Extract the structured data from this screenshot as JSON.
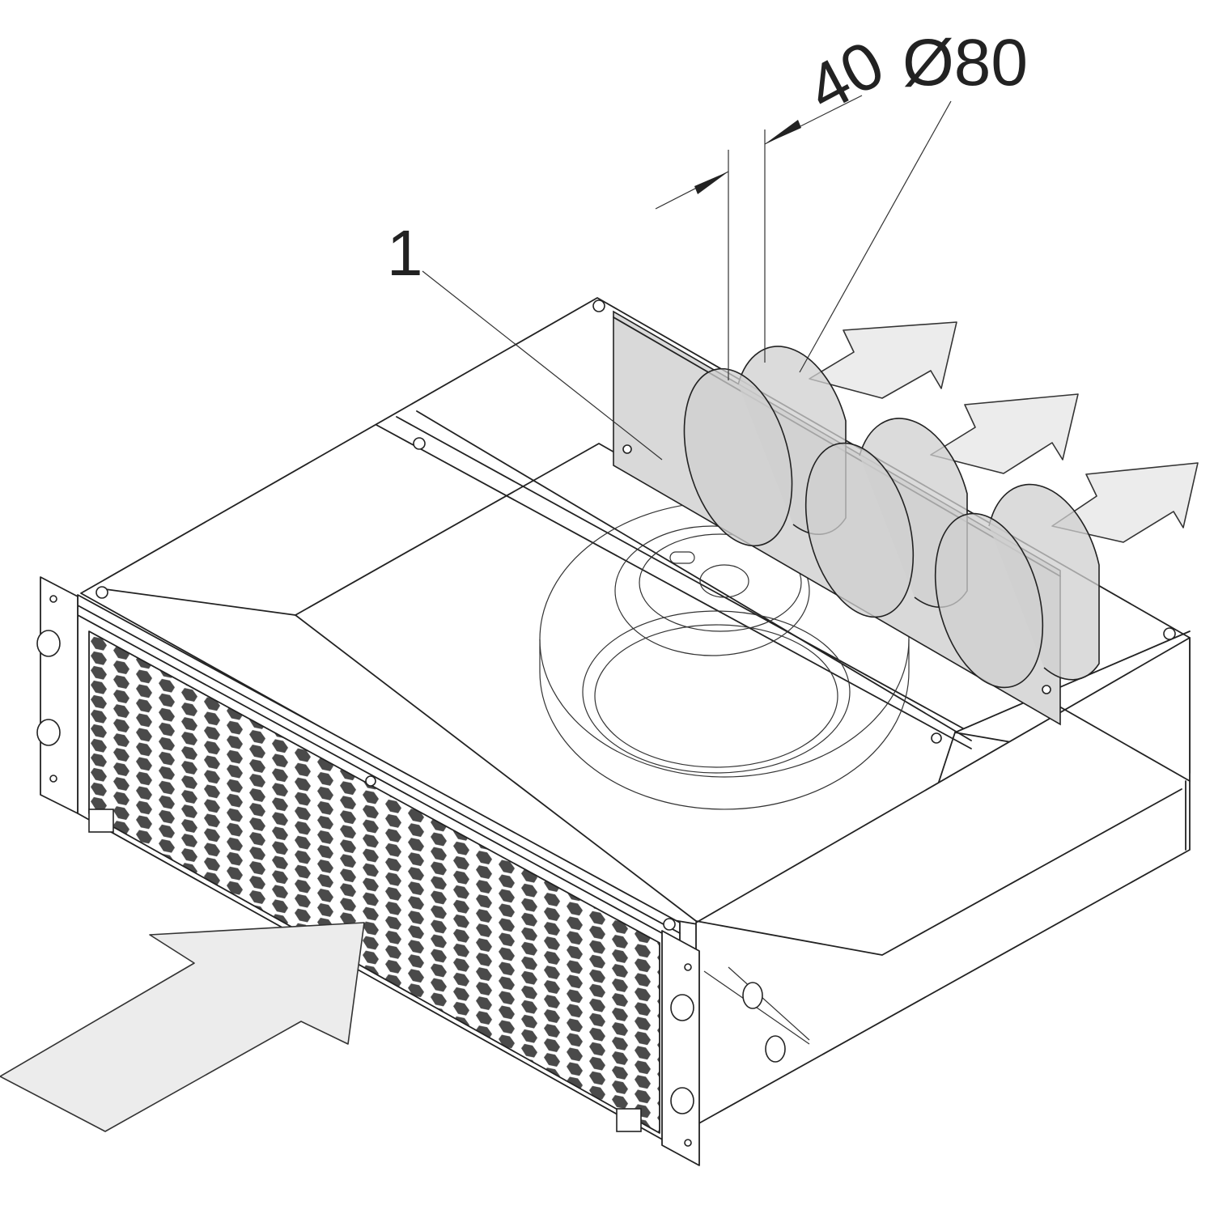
{
  "labels": {
    "part_number": "1",
    "dimension_depth": "40",
    "dimension_diameter": "Ø80"
  },
  "style": {
    "line_color": "#222222",
    "arrow_fill": "#ececec",
    "plate_fill": "#d9d9d9",
    "duct_fill": "#cfcfcf",
    "background": "#ffffff"
  }
}
